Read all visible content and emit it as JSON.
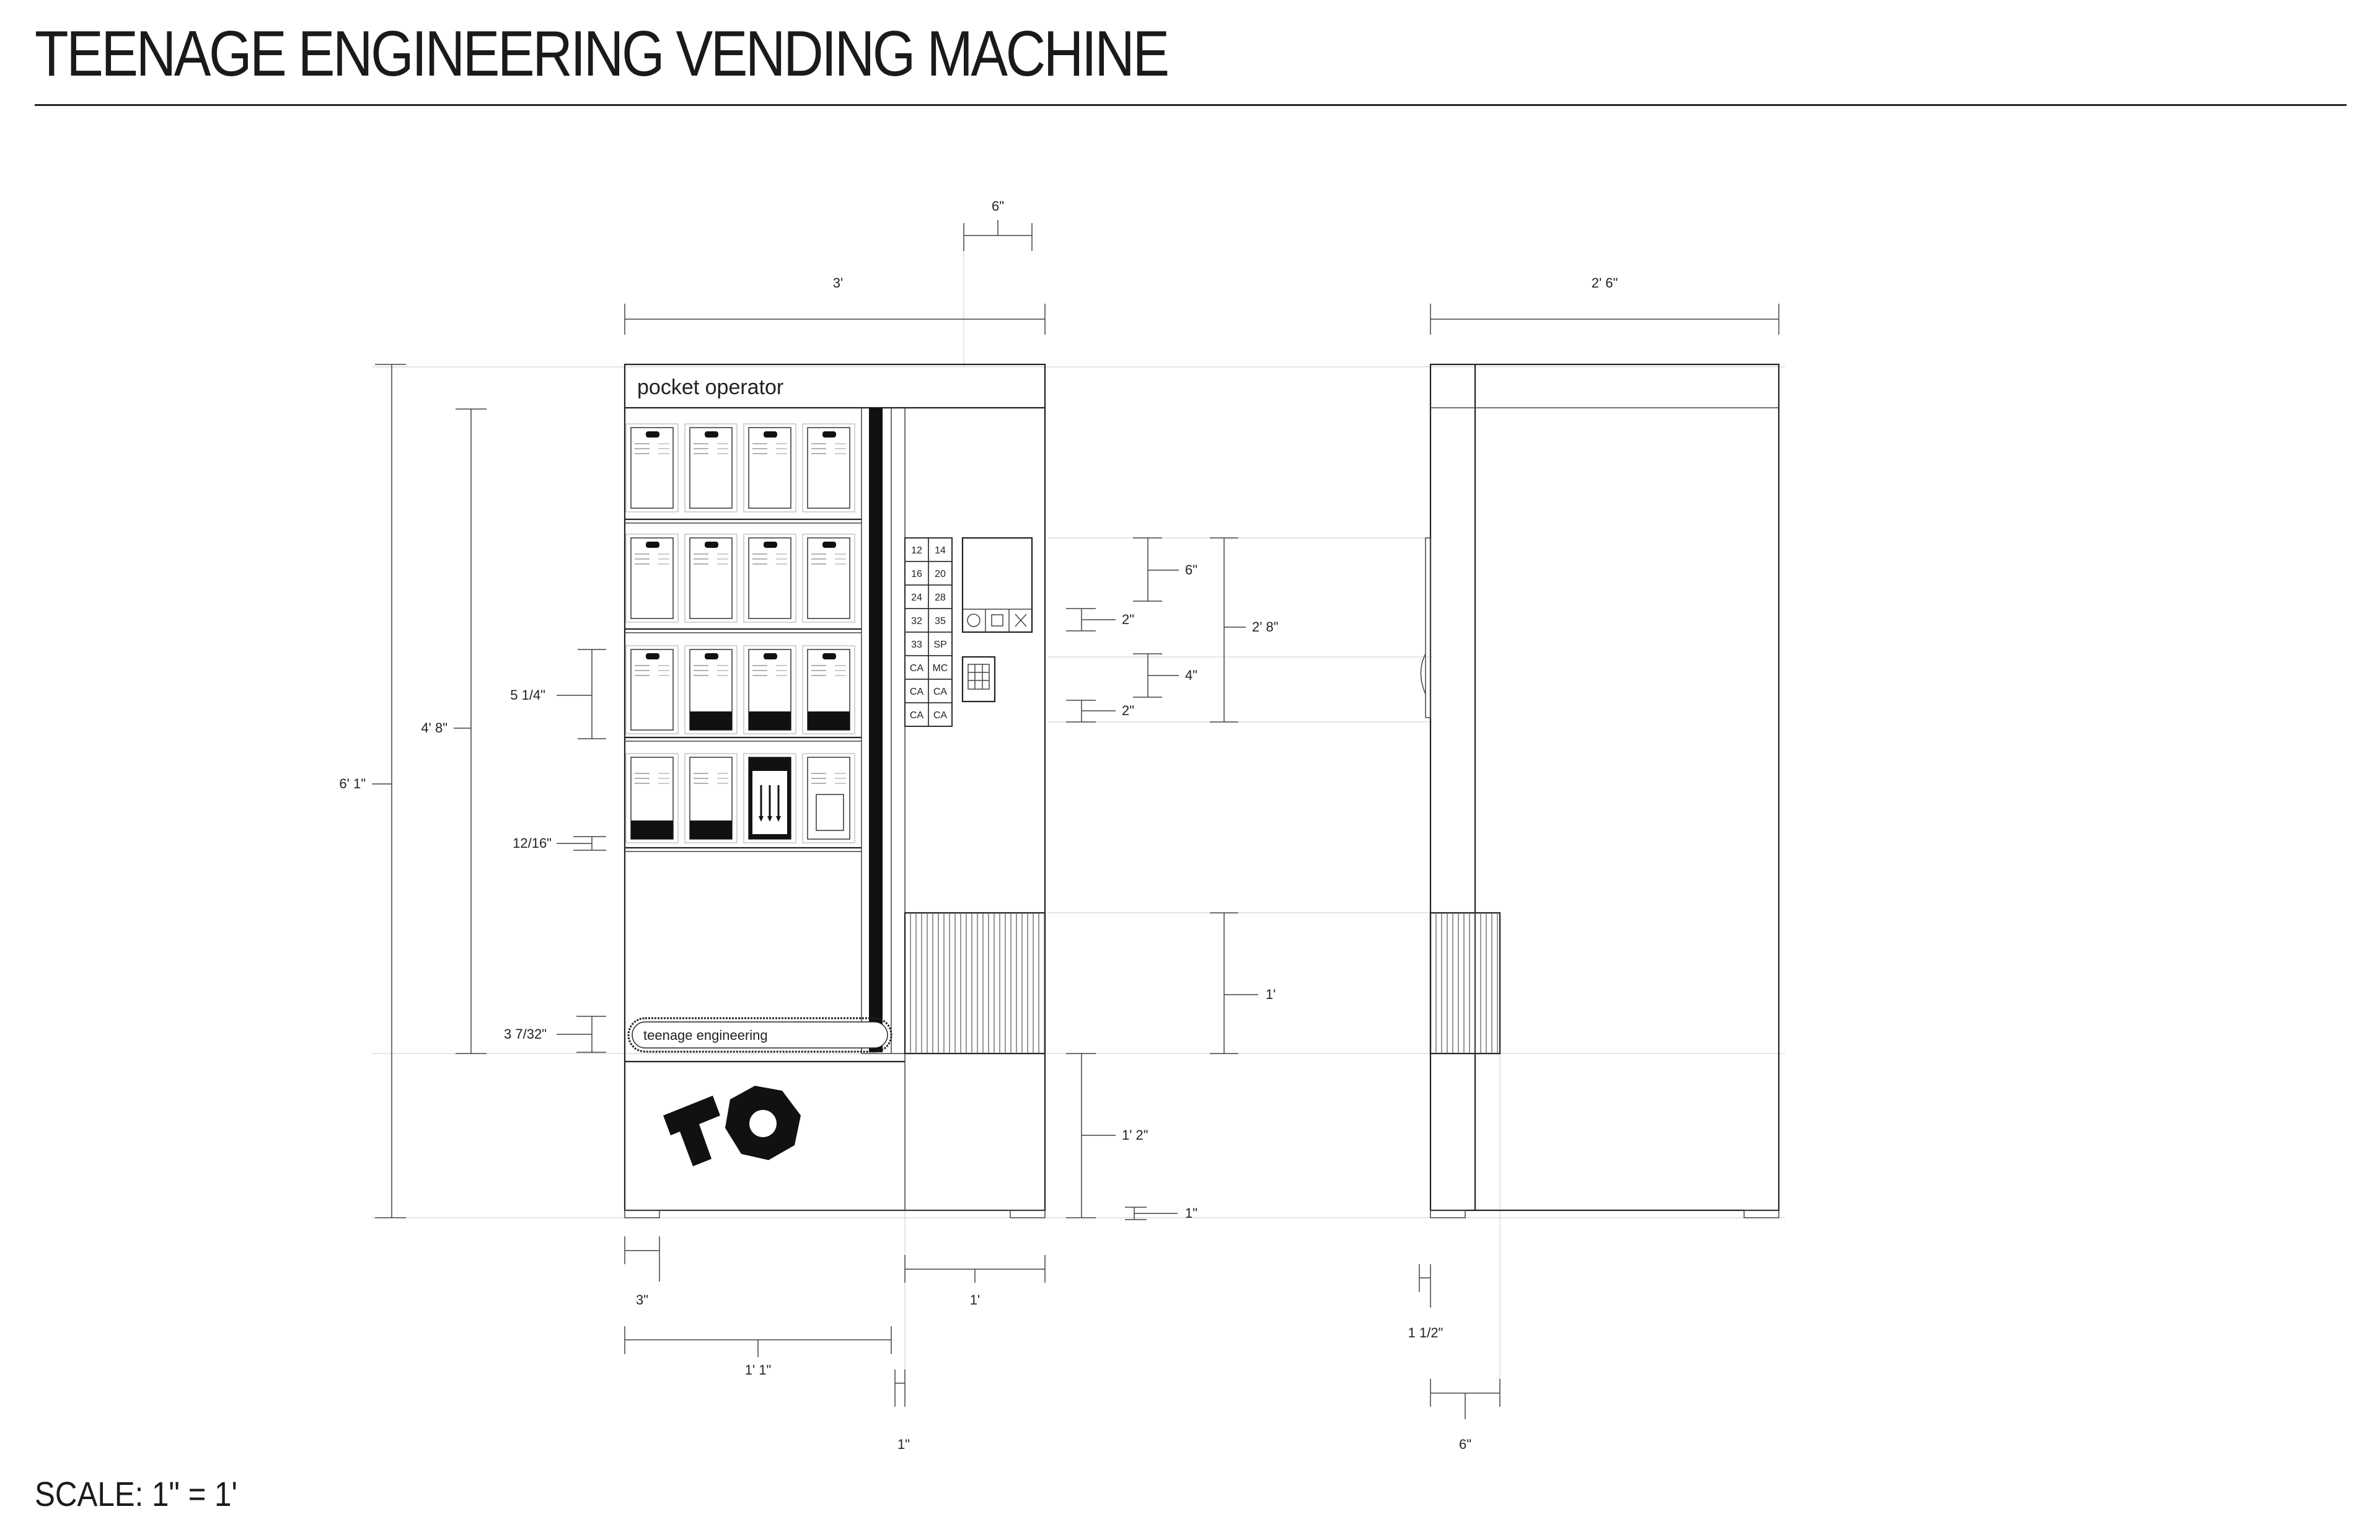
{
  "title": "TEENAGE ENGINEERING VENDING MACHINE",
  "scale_label": "SCALE: 1\" = 1'",
  "front_view": {
    "header_label": "pocket operator",
    "base_label": "teenage engineering",
    "logo": "teenage-engineering-logo",
    "keypad": {
      "keys": [
        [
          "12",
          "14"
        ],
        [
          "16",
          "20"
        ],
        [
          "24",
          "28"
        ],
        [
          "32",
          "35"
        ],
        [
          "33",
          "SP"
        ],
        [
          "CA",
          "MC"
        ],
        [
          "CA",
          "CA"
        ],
        [
          "CA",
          "CA"
        ]
      ]
    }
  },
  "dimensions": {
    "front_width": "3'",
    "column_width": "6\"",
    "total_height": "6' 1\"",
    "shelf_height": "4' 8\"",
    "product_height": "5 1/4\"",
    "shelf_spacing": "12/16\"",
    "base_band": "3 7/32\"",
    "foot_width": "3\"",
    "front_panel_width": "1' 1\"",
    "gap": "1\"",
    "control_width": "1'",
    "screen_height": "6\"",
    "gap_upper": "2\"",
    "control_height": "2' 8\"",
    "payment_height": "4\"",
    "gap_lower": "2\"",
    "dispenser_height": "1'",
    "base_height": "1' 2\"",
    "foot_height": "1\"",
    "side_width": "2' 6\"",
    "side_foot": "1 1/2\"",
    "side_dispenser": "6\""
  },
  "colors": {
    "line": "#222222",
    "fill": "#111111"
  }
}
